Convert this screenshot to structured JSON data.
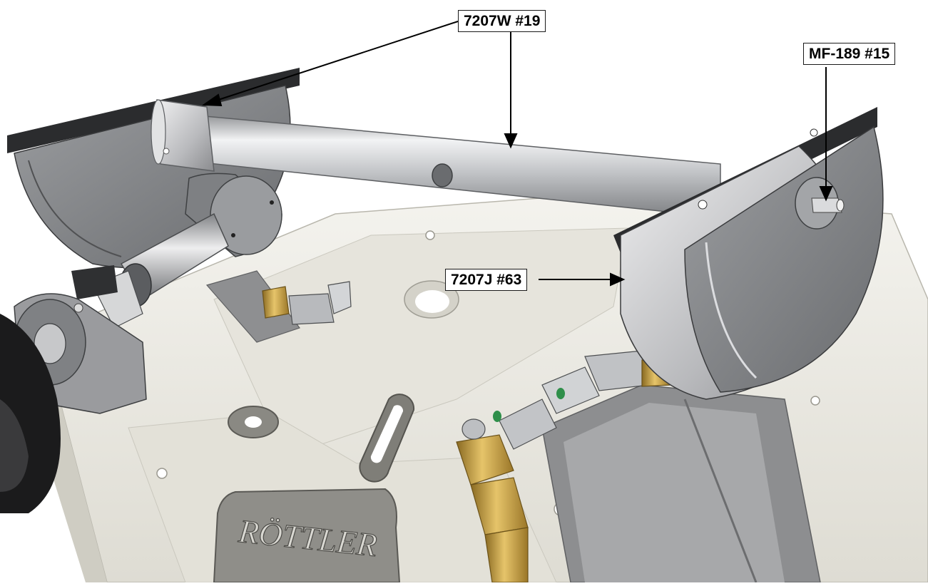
{
  "callouts": {
    "shaft": "7207W #19",
    "grease_fitting": "MF-189 #15",
    "end_plate": "7207J #63"
  },
  "brand": {
    "plate_text": "RÖTTLER"
  },
  "colors": {
    "base": "#ecebe4",
    "base_shadow": "#c9c7bc",
    "metal": "#cfd0d2",
    "dark_metal": "#6f7072",
    "brass": "#c9a24a",
    "callout_border": "#1a1a1a"
  }
}
